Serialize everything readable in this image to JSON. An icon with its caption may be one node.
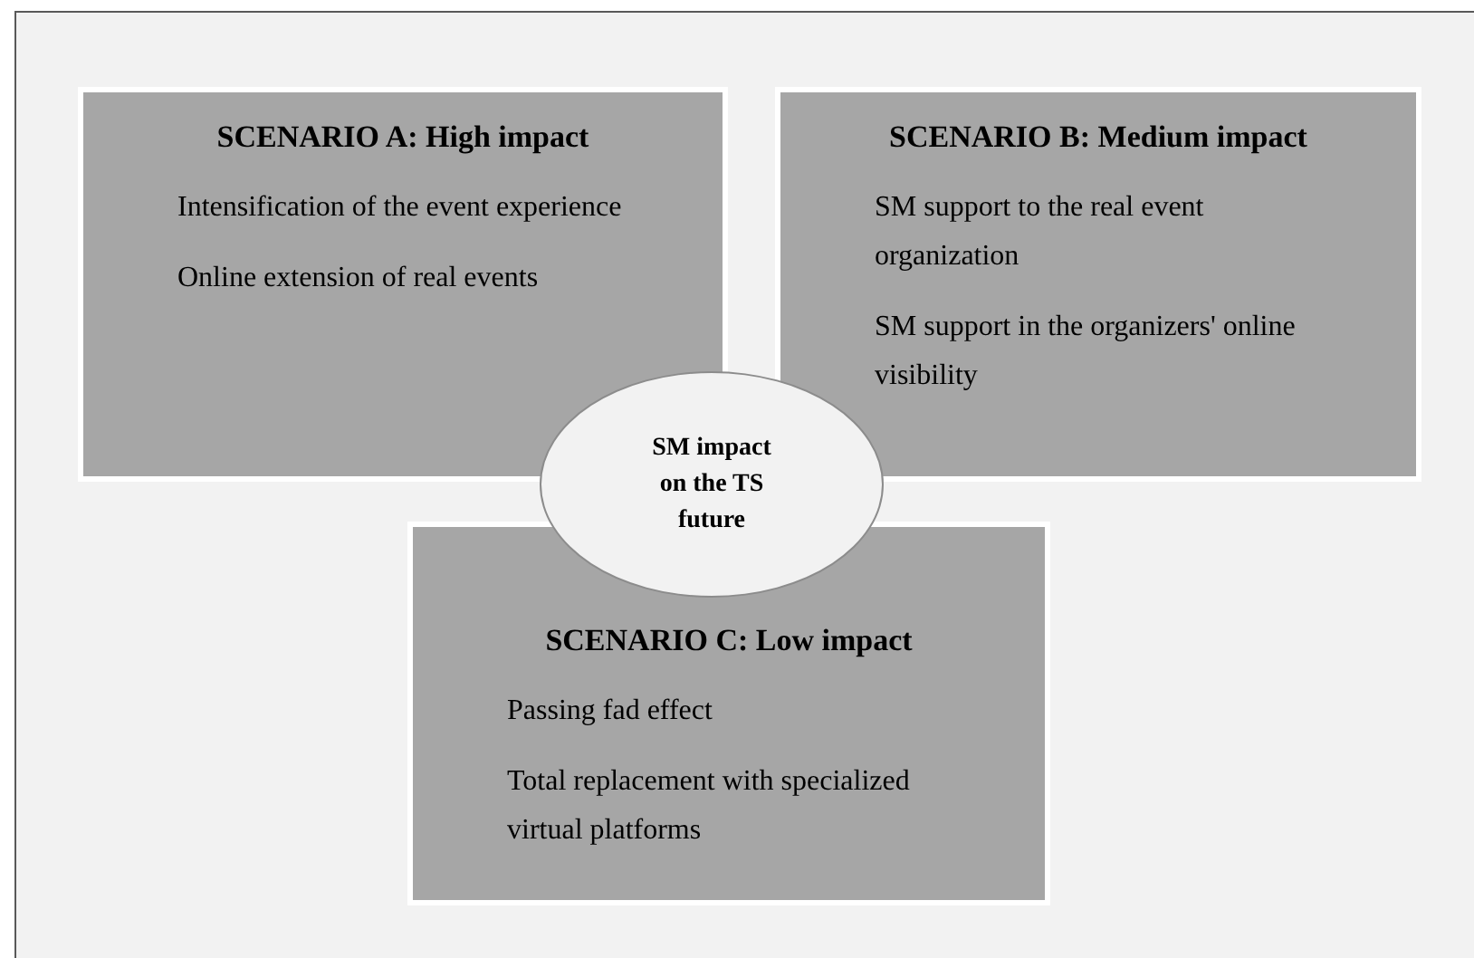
{
  "diagram": {
    "nodes": [
      {
        "text": [
          "SCENARIO A: High impact",
          "Intensification of the event experience",
          "Online extension of real events"
        ]
      },
      {
        "text": [
          "SCENARIO B: Medium impact",
          "SM support to the real event organization",
          "SM support in the organizers' online visibility"
        ]
      },
      {
        "text": [
          "SCENARIO C: Low impact",
          "Passing fad effect",
          "Total replacement with specialized virtual platforms"
        ]
      },
      {
        "text": [
          "SM impact on the TS future"
        ]
      }
    ]
  }
}
